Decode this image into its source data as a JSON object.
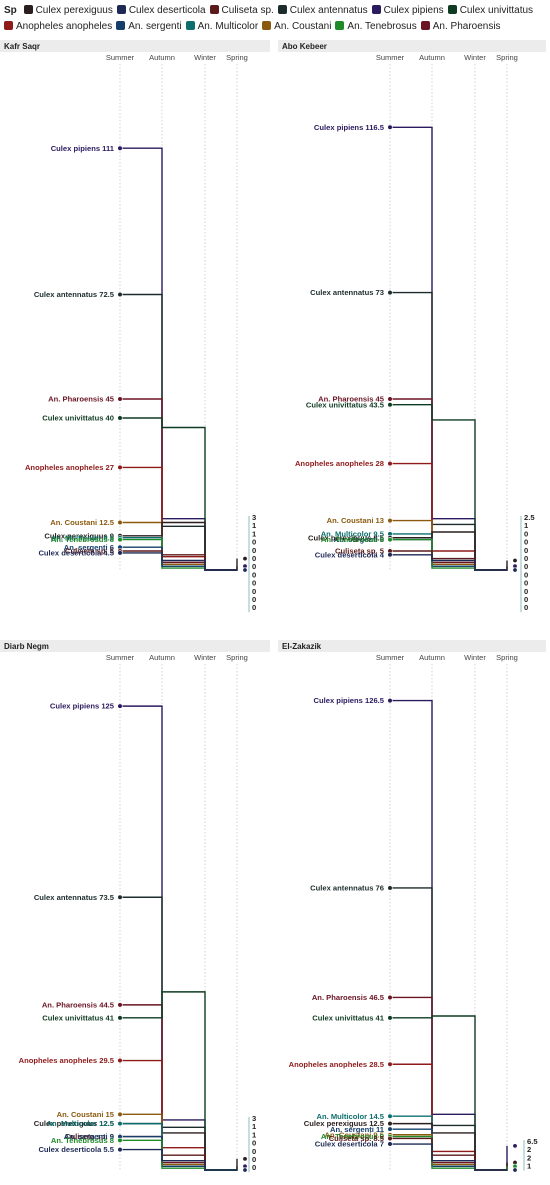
{
  "legend": {
    "title": "Sp",
    "items": [
      {
        "name": "Culex perexiguus",
        "color": "#2a1e1e"
      },
      {
        "name": "Culex deserticola",
        "color": "#1e2a55"
      },
      {
        "name": "Culiseta sp.",
        "color": "#5c1a1a"
      },
      {
        "name": "Culex antennatus",
        "color": "#1c2b2b"
      },
      {
        "name": "Culex pipiens",
        "color": "#2a1a5e"
      },
      {
        "name": "Culex univittatus",
        "color": "#0f3b22"
      },
      {
        "name": "Anopheles anopheles",
        "color": "#8e1a1a"
      },
      {
        "name": "An. sergenti",
        "color": "#163e6a"
      },
      {
        "name": "An. Multicolor",
        "color": "#0e6e6e"
      },
      {
        "name": "An. Coustani",
        "color": "#8a5a0f"
      },
      {
        "name": "An. Tenebrosus",
        "color": "#1f8a2a"
      },
      {
        "name": "An. Pharoensis",
        "color": "#6a1424"
      }
    ]
  },
  "chart_data": [
    {
      "type": "line",
      "title": "Kafr Saqr",
      "categories": [
        "Summer",
        "Autumn",
        "Winter",
        "Spring"
      ],
      "ylim": [
        0,
        125
      ],
      "grid": true,
      "series": [
        {
          "name": "Culex pipiens",
          "label": "Culex pipiens 111",
          "values": [
            111,
            13.5,
            0,
            1
          ],
          "color": "#2a1a5e"
        },
        {
          "name": "Culex antennatus",
          "label": "Culex antennatus 72.5",
          "values": [
            72.5,
            11.5,
            0,
            0
          ],
          "color": "#1c2b2b"
        },
        {
          "name": "An. Pharoensis",
          "label": "An. Pharoensis 45",
          "values": [
            45,
            2,
            0,
            0
          ],
          "color": "#6a1424"
        },
        {
          "name": "Culex univittatus",
          "label": "Culex univittatus 40",
          "values": [
            40,
            37.5,
            0,
            0
          ],
          "color": "#0f3b22"
        },
        {
          "name": "Anopheles anopheles",
          "label": "Anopheles anopheles 27",
          "values": [
            27,
            3.5,
            0,
            0
          ],
          "color": "#8e1a1a"
        },
        {
          "name": "An. Coustani",
          "label": "An. Coustani 12.5",
          "values": [
            12.5,
            1.5,
            0,
            0
          ],
          "color": "#8a5a0f"
        },
        {
          "name": "Culex perexiguus",
          "label": "Culex perexiguus 9",
          "values": [
            9,
            12.5,
            0,
            3
          ],
          "color": "#2a1e1e"
        },
        {
          "name": "An. Multicolor",
          "label": "An. Multicolor 8.5",
          "values": [
            8.5,
            1,
            0,
            0
          ],
          "color": "#0e6e6e"
        },
        {
          "name": "An. Tenebrosus",
          "label": "An. Tenebrosus 8",
          "values": [
            8,
            0.5,
            0,
            0
          ],
          "color": "#1f8a2a"
        },
        {
          "name": "An. sergenti",
          "label": "An. sergenti 6",
          "values": [
            6,
            1,
            0,
            0
          ],
          "color": "#163e6a"
        },
        {
          "name": "Culiseta sp.",
          "label": "Culiseta sp. 5",
          "values": [
            5,
            4,
            0,
            0
          ],
          "color": "#5c1a1a"
        },
        {
          "name": "Culex deserticola",
          "label": "Culex deserticola 4.5",
          "values": [
            4.5,
            2.5,
            0,
            0
          ],
          "color": "#1e2a55"
        }
      ],
      "end_labels": [
        "3",
        "1",
        "1",
        "0",
        "0",
        "0",
        "0",
        "0",
        "0",
        "0",
        "0",
        "0"
      ]
    },
    {
      "type": "line",
      "title": "Abo Kebeer",
      "categories": [
        "Summer",
        "Autumn",
        "Winter",
        "Spring"
      ],
      "ylim": [
        0,
        125
      ],
      "grid": true,
      "series": [
        {
          "name": "Culex pipiens",
          "label": "Culex pipiens 116.5",
          "values": [
            116.5,
            13.5,
            0,
            1
          ],
          "color": "#2a1a5e"
        },
        {
          "name": "Culex antennatus",
          "label": "Culex antennatus 73",
          "values": [
            73,
            12,
            0,
            0
          ],
          "color": "#1c2b2b"
        },
        {
          "name": "An. Pharoensis",
          "label": "An. Pharoensis 45",
          "values": [
            45,
            2,
            0,
            0
          ],
          "color": "#6a1424"
        },
        {
          "name": "Culex univittatus",
          "label": "Culex univittatus 43.5",
          "values": [
            43.5,
            39.5,
            0,
            0
          ],
          "color": "#0f3b22"
        },
        {
          "name": "Anopheles anopheles",
          "label": "Anopheles anopheles 28",
          "values": [
            28,
            5,
            0,
            0
          ],
          "color": "#8e1a1a"
        },
        {
          "name": "An. Coustani",
          "label": "An. Coustani 13",
          "values": [
            13,
            1.5,
            0,
            0
          ],
          "color": "#8a5a0f"
        },
        {
          "name": "An. Multicolor",
          "label": "An. Multicolor 9.5",
          "values": [
            9.5,
            1,
            0,
            0
          ],
          "color": "#0e6e6e"
        },
        {
          "name": "Culex perexiguus",
          "label": "Culex perexiguus 8.5",
          "values": [
            8.5,
            10,
            0,
            2.5
          ],
          "color": "#2a1e1e"
        },
        {
          "name": "An. sergenti",
          "label": "An. sergenti 8",
          "values": [
            8,
            1,
            0,
            0
          ],
          "color": "#163e6a"
        },
        {
          "name": "An. Tenebrosus",
          "label": "An. Tenebrosus 8",
          "values": [
            8,
            0.5,
            0,
            0
          ],
          "color": "#1f8a2a"
        },
        {
          "name": "Culiseta sp.",
          "label": "Culiseta sp. 5",
          "values": [
            5,
            3,
            0,
            0
          ],
          "color": "#5c1a1a"
        },
        {
          "name": "Culex deserticola",
          "label": "Culex deserticola 4",
          "values": [
            4,
            2.5,
            0,
            0
          ],
          "color": "#1e2a55"
        }
      ],
      "end_labels": [
        "2.5",
        "1",
        "0",
        "0",
        "0",
        "0",
        "0",
        "0",
        "0",
        "0",
        "0",
        "0"
      ]
    },
    {
      "type": "line",
      "title": "Diarb Negm",
      "categories": [
        "Summer",
        "Autumn",
        "Winter",
        "Spring"
      ],
      "ylim": [
        0,
        128
      ],
      "grid": true,
      "series": [
        {
          "name": "Culex pipiens",
          "label": "Culex pipiens 125",
          "values": [
            125,
            13.5,
            0,
            1
          ],
          "color": "#2a1a5e"
        },
        {
          "name": "Culex antennatus",
          "label": "Culex antennatus 73.5",
          "values": [
            73.5,
            11.5,
            0,
            0
          ],
          "color": "#1c2b2b"
        },
        {
          "name": "An. Pharoensis",
          "label": "An. Pharoensis 44.5",
          "values": [
            44.5,
            2,
            0,
            0
          ],
          "color": "#6a1424"
        },
        {
          "name": "Culex univittatus",
          "label": "Culex univittatus 41",
          "values": [
            41,
            48,
            0,
            0
          ],
          "color": "#0f3b22"
        },
        {
          "name": "Anopheles anopheles",
          "label": "Anopheles anopheles 29.5",
          "values": [
            29.5,
            6,
            0,
            0
          ],
          "color": "#8e1a1a"
        },
        {
          "name": "An. Coustani",
          "label": "An. Coustani 15",
          "values": [
            15,
            1.5,
            0,
            0
          ],
          "color": "#8a5a0f"
        },
        {
          "name": "Culex perexiguus",
          "label": "Culex perexiguus 12.5",
          "values": [
            12.5,
            10,
            0,
            3
          ],
          "color": "#2a1e1e"
        },
        {
          "name": "An. Multicolor",
          "label": "An. Multicolor 12.5",
          "values": [
            12.5,
            1,
            0,
            0
          ],
          "color": "#0e6e6e"
        },
        {
          "name": "Culiseta sp.",
          "label": "Culiseta sp. 9",
          "values": [
            9,
            4,
            0,
            0
          ],
          "color": "#5c1a1a"
        },
        {
          "name": "An. sergenti",
          "label": "An. sergenti 9",
          "values": [
            9,
            1,
            0,
            0
          ],
          "color": "#163e6a"
        },
        {
          "name": "An. Tenebrosus",
          "label": "An. Tenebrosus 8",
          "values": [
            8,
            0.5,
            0,
            0
          ],
          "color": "#1f8a2a"
        },
        {
          "name": "Culex deserticola",
          "label": "Culex deserticola 5.5",
          "values": [
            5.5,
            2.5,
            0,
            0
          ],
          "color": "#1e2a55"
        }
      ],
      "end_labels": [
        "3",
        "1",
        "1",
        "0",
        "0",
        "0",
        "0"
      ]
    },
    {
      "type": "line",
      "title": "El-Zakazik",
      "categories": [
        "Summer",
        "Autumn",
        "Winter",
        "Spring"
      ],
      "ylim": [
        0,
        128
      ],
      "grid": true,
      "series": [
        {
          "name": "Culex pipiens",
          "label": "Culex pipiens 126.5",
          "values": [
            126.5,
            15,
            0,
            6.5
          ],
          "color": "#2a1a5e"
        },
        {
          "name": "Culex antennatus",
          "label": "Culex antennatus 76",
          "values": [
            76,
            12,
            0,
            0
          ],
          "color": "#1c2b2b"
        },
        {
          "name": "An. Pharoensis",
          "label": "An. Pharoensis 46.5",
          "values": [
            46.5,
            2,
            0,
            2
          ],
          "color": "#6a1424"
        },
        {
          "name": "Culex univittatus",
          "label": "Culex univittatus 41",
          "values": [
            41,
            41.5,
            0,
            0
          ],
          "color": "#0f3b22"
        },
        {
          "name": "Anopheles anopheles",
          "label": "Anopheles anopheles 28.5",
          "values": [
            28.5,
            5,
            0,
            0
          ],
          "color": "#8e1a1a"
        },
        {
          "name": "An. Multicolor",
          "label": "An. Multicolor 14.5",
          "values": [
            14.5,
            1,
            0,
            0
          ],
          "color": "#0e6e6e"
        },
        {
          "name": "Culex perexiguus",
          "label": "Culex perexiguus 12.5",
          "values": [
            12.5,
            10,
            0,
            2
          ],
          "color": "#2a1e1e"
        },
        {
          "name": "An. sergenti",
          "label": "An. sergenti 11",
          "values": [
            11,
            1,
            0,
            0
          ],
          "color": "#163e6a"
        },
        {
          "name": "An. Coustani",
          "label": "An. Coustani 9.5",
          "values": [
            9.5,
            1.5,
            0,
            0
          ],
          "color": "#8a5a0f"
        },
        {
          "name": "An. Tenebrosus",
          "label": "An. Tenebrosus 9",
          "values": [
            9,
            0.5,
            0,
            1
          ],
          "color": "#1f8a2a"
        },
        {
          "name": "Culiseta sp.",
          "label": "Culiseta sp. 8.5",
          "values": [
            8.5,
            4,
            0,
            0
          ],
          "color": "#5c1a1a"
        },
        {
          "name": "Culex deserticola",
          "label": "Culex deserticola 7",
          "values": [
            7,
            2.5,
            0,
            0
          ],
          "color": "#1e2a55"
        }
      ],
      "end_labels": [
        "6.5",
        "2",
        "2",
        "1"
      ]
    }
  ]
}
